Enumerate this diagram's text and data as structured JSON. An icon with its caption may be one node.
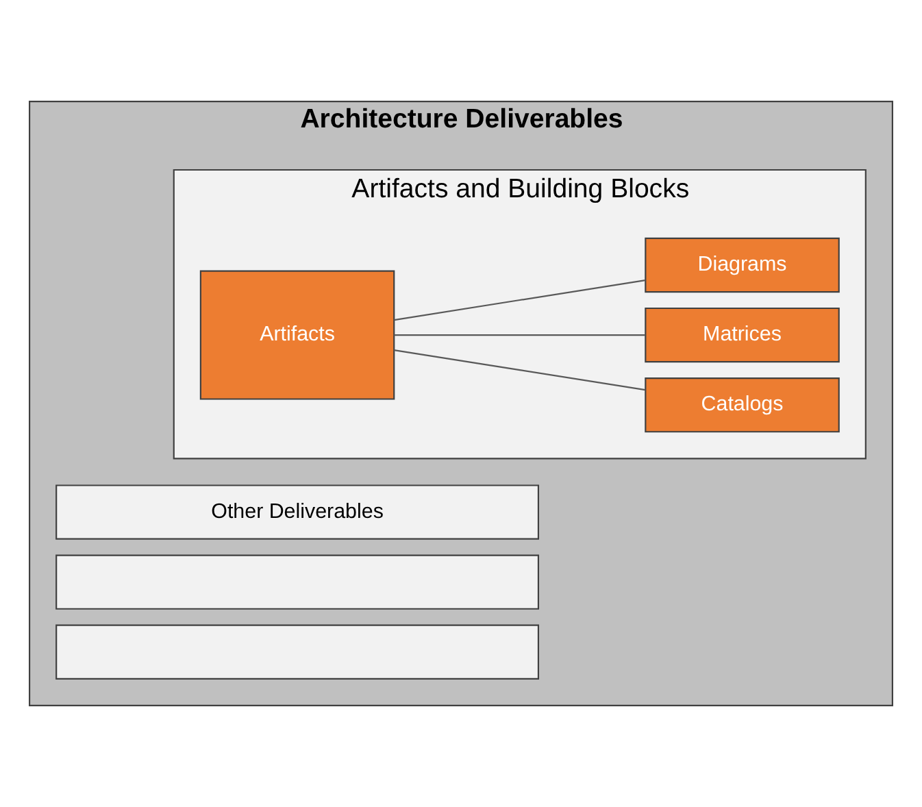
{
  "diagram": {
    "nodes": [
      {
        "text": [
          "Architecture Deliverables"
        ]
      },
      {
        "text": [
          "Artifacts and Building Blocks"
        ],
        "in": 0
      },
      {
        "text": [
          "Artifacts"
        ],
        "in": 1
      },
      {
        "text": [
          "Catalogs"
        ],
        "in": 1
      },
      {
        "text": [
          "Matrices"
        ],
        "in": 1
      },
      {
        "text": [
          "Diagrams"
        ],
        "in": 1
      },
      {
        "text": [
          "Other Deliverables"
        ],
        "in": 0
      },
      {
        "text": [],
        "shape": "box",
        "in": 0
      },
      {
        "text": [],
        "shape": "box",
        "in": 0
      }
    ],
    "edges": [
      {
        "from": 2,
        "to": 3,
        "arrow": "none"
      },
      {
        "from": 2,
        "to": 4,
        "arrow": "none"
      },
      {
        "from": 2,
        "to": 5,
        "arrow": "none"
      }
    ]
  }
}
